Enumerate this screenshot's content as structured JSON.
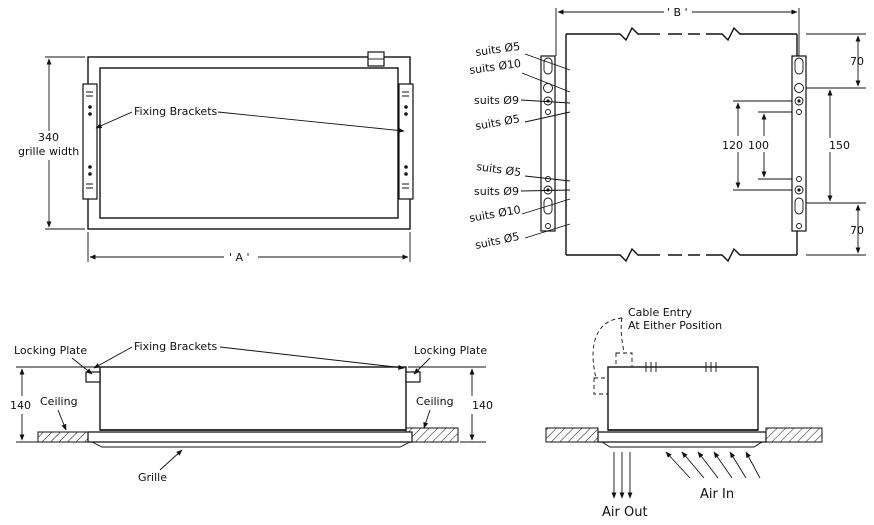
{
  "front_view": {
    "dim_height_value": "340",
    "dim_height_sub": "grille width",
    "dim_width": "' A '",
    "fixing_brackets": "Fixing Brackets"
  },
  "bracket_detail": {
    "dim_b": "' B '",
    "dim_70_top": "70",
    "dim_70_bottom": "70",
    "dim_120": "120",
    "dim_100": "100",
    "dim_150": "150",
    "labels_top": [
      "suits Ø5",
      "suits Ø10",
      "suits Ø9",
      "suits Ø5"
    ],
    "labels_bottom": [
      "suits Ø5",
      "suits Ø9",
      "suits Ø10",
      "suits Ø5"
    ]
  },
  "side_view": {
    "locking_plate_left": "Locking Plate",
    "locking_plate_right": "Locking Plate",
    "fixing_brackets": "Fixing Brackets",
    "ceiling_left": "Ceiling",
    "ceiling_right": "Ceiling",
    "dim_140_left": "140",
    "dim_140_right": "140",
    "grille": "Grille"
  },
  "airflow_view": {
    "cable_entry_line1": "Cable Entry",
    "cable_entry_line2": "At Either Position",
    "air_out": "Air Out",
    "air_in": "Air In"
  }
}
